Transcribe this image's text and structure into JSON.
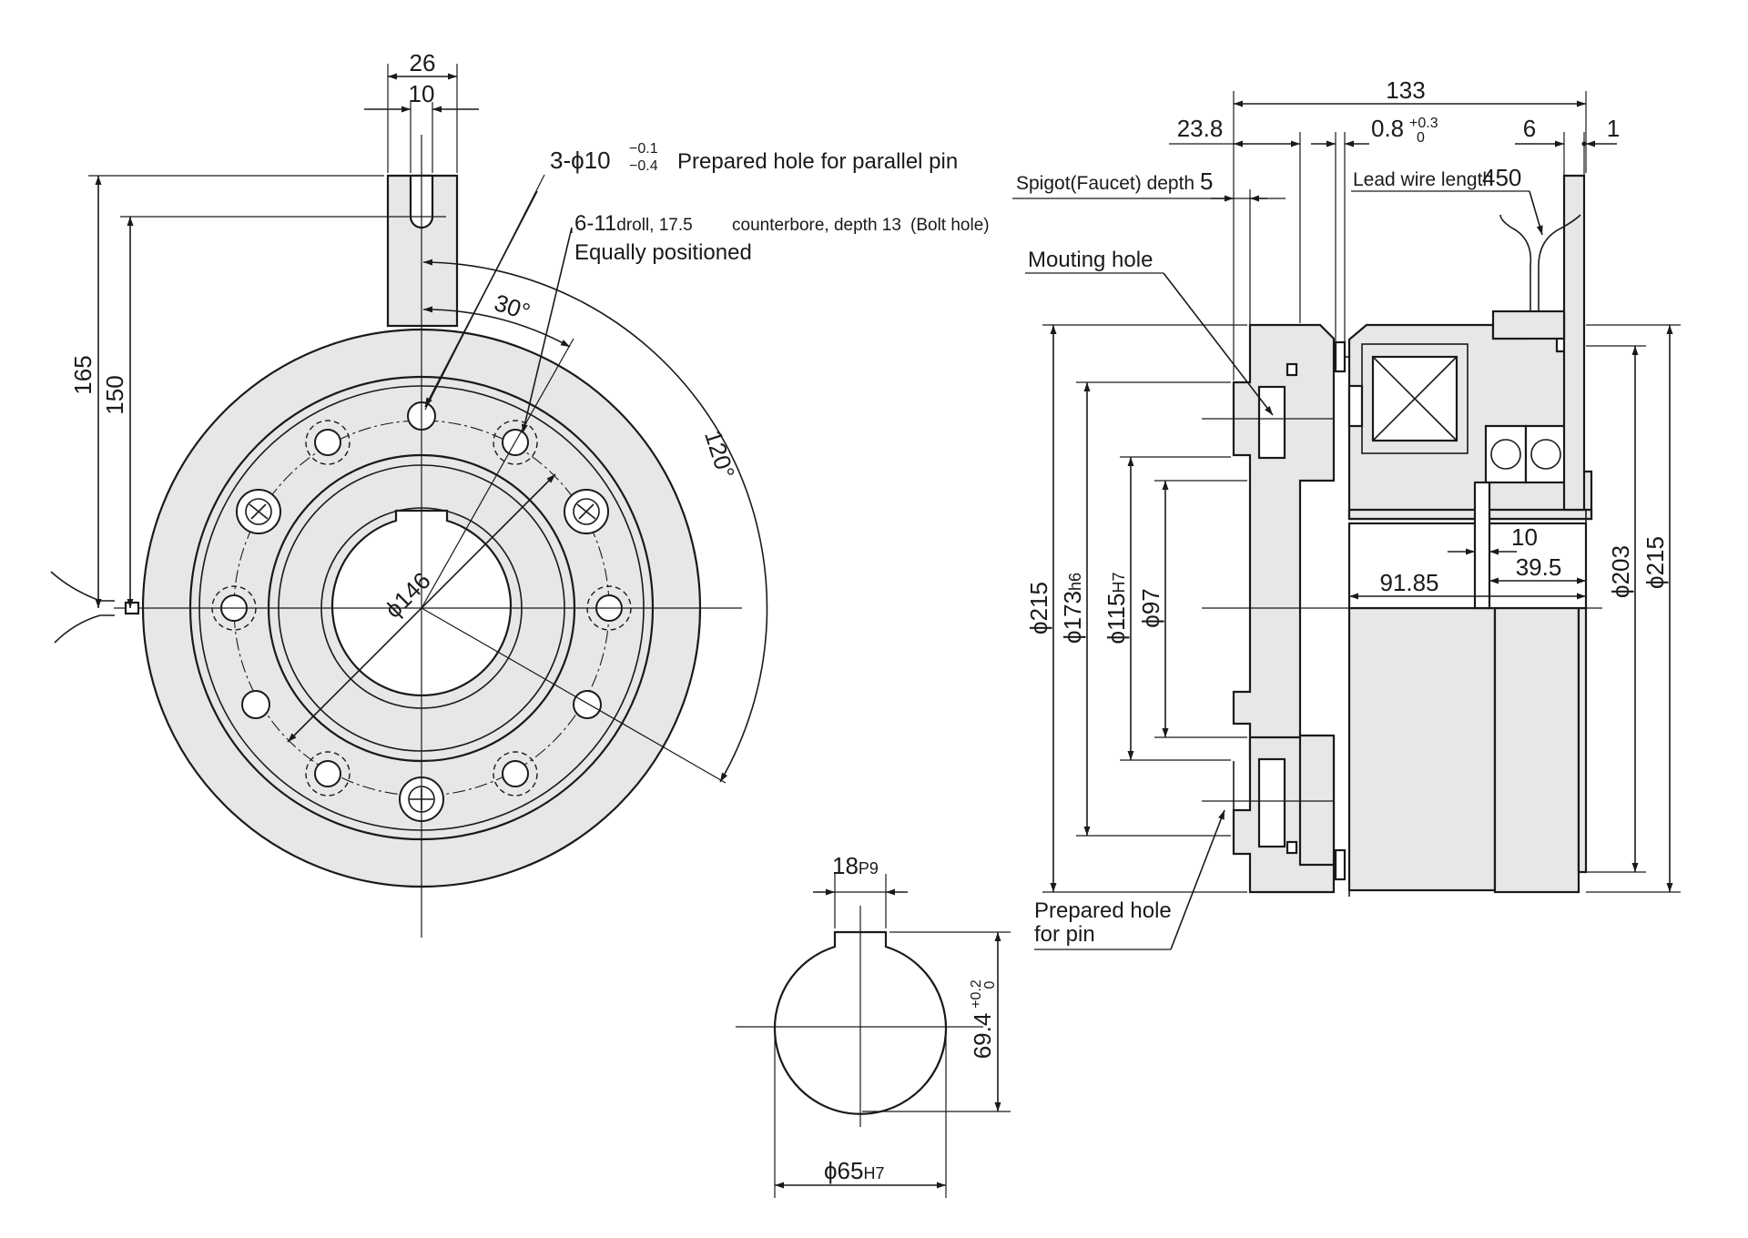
{
  "front_view": {
    "dim_26": "26",
    "dim_10": "10",
    "dim_165": "165",
    "dim_150": "150",
    "angle_30": "30°",
    "angle_120": "120°",
    "dim_146": "ϕ146",
    "note_pin_prefix": "3-",
    "note_pin_phi": "ϕ10",
    "note_pin_tol_upper": "−0.1",
    "note_pin_tol_lower": "−0.4",
    "note_pin_text": "Prepared hole for parallel pin",
    "note_bolt_a": "6-11",
    "note_bolt_b": "droll, 17.5",
    "note_bolt_c": "counterbore, depth 13",
    "note_bolt_d": "(Bolt hole)",
    "note_bolt_line2": "Equally positioned"
  },
  "keyway_view": {
    "dim_18": "18",
    "dim_18_fit": "P9",
    "dim_69": "69.4",
    "dim_69_tol_upper": "+0.2",
    "dim_69_tol_lower": "0",
    "dim_65": "ϕ65",
    "dim_65_fit": "H7"
  },
  "side_view": {
    "dim_133": "133",
    "dim_23_8": "23.8",
    "dim_0_8": "0.8",
    "dim_0_8_tol_upper": "+0.3",
    "dim_0_8_tol_lower": "0",
    "dim_6": "6",
    "dim_1": "1",
    "spigot_label": "Spigot(Faucet) depth",
    "spigot_value": "5",
    "lead_label": "Lead wire length",
    "lead_value": "450",
    "mounting_hole": "Mouting hole",
    "prepared_line1": "Prepared hole",
    "prepared_line2": "for pin",
    "dim_10": "10",
    "dim_39_5": "39.5",
    "dim_91_85": "91.85",
    "dim_215_left": "ϕ215",
    "dim_173": "ϕ173",
    "dim_173_fit": "h6",
    "dim_115": "ϕ115",
    "dim_115_fit": "H7",
    "dim_97": "ϕ97",
    "dim_203": "ϕ203",
    "dim_215_right": "ϕ215"
  }
}
